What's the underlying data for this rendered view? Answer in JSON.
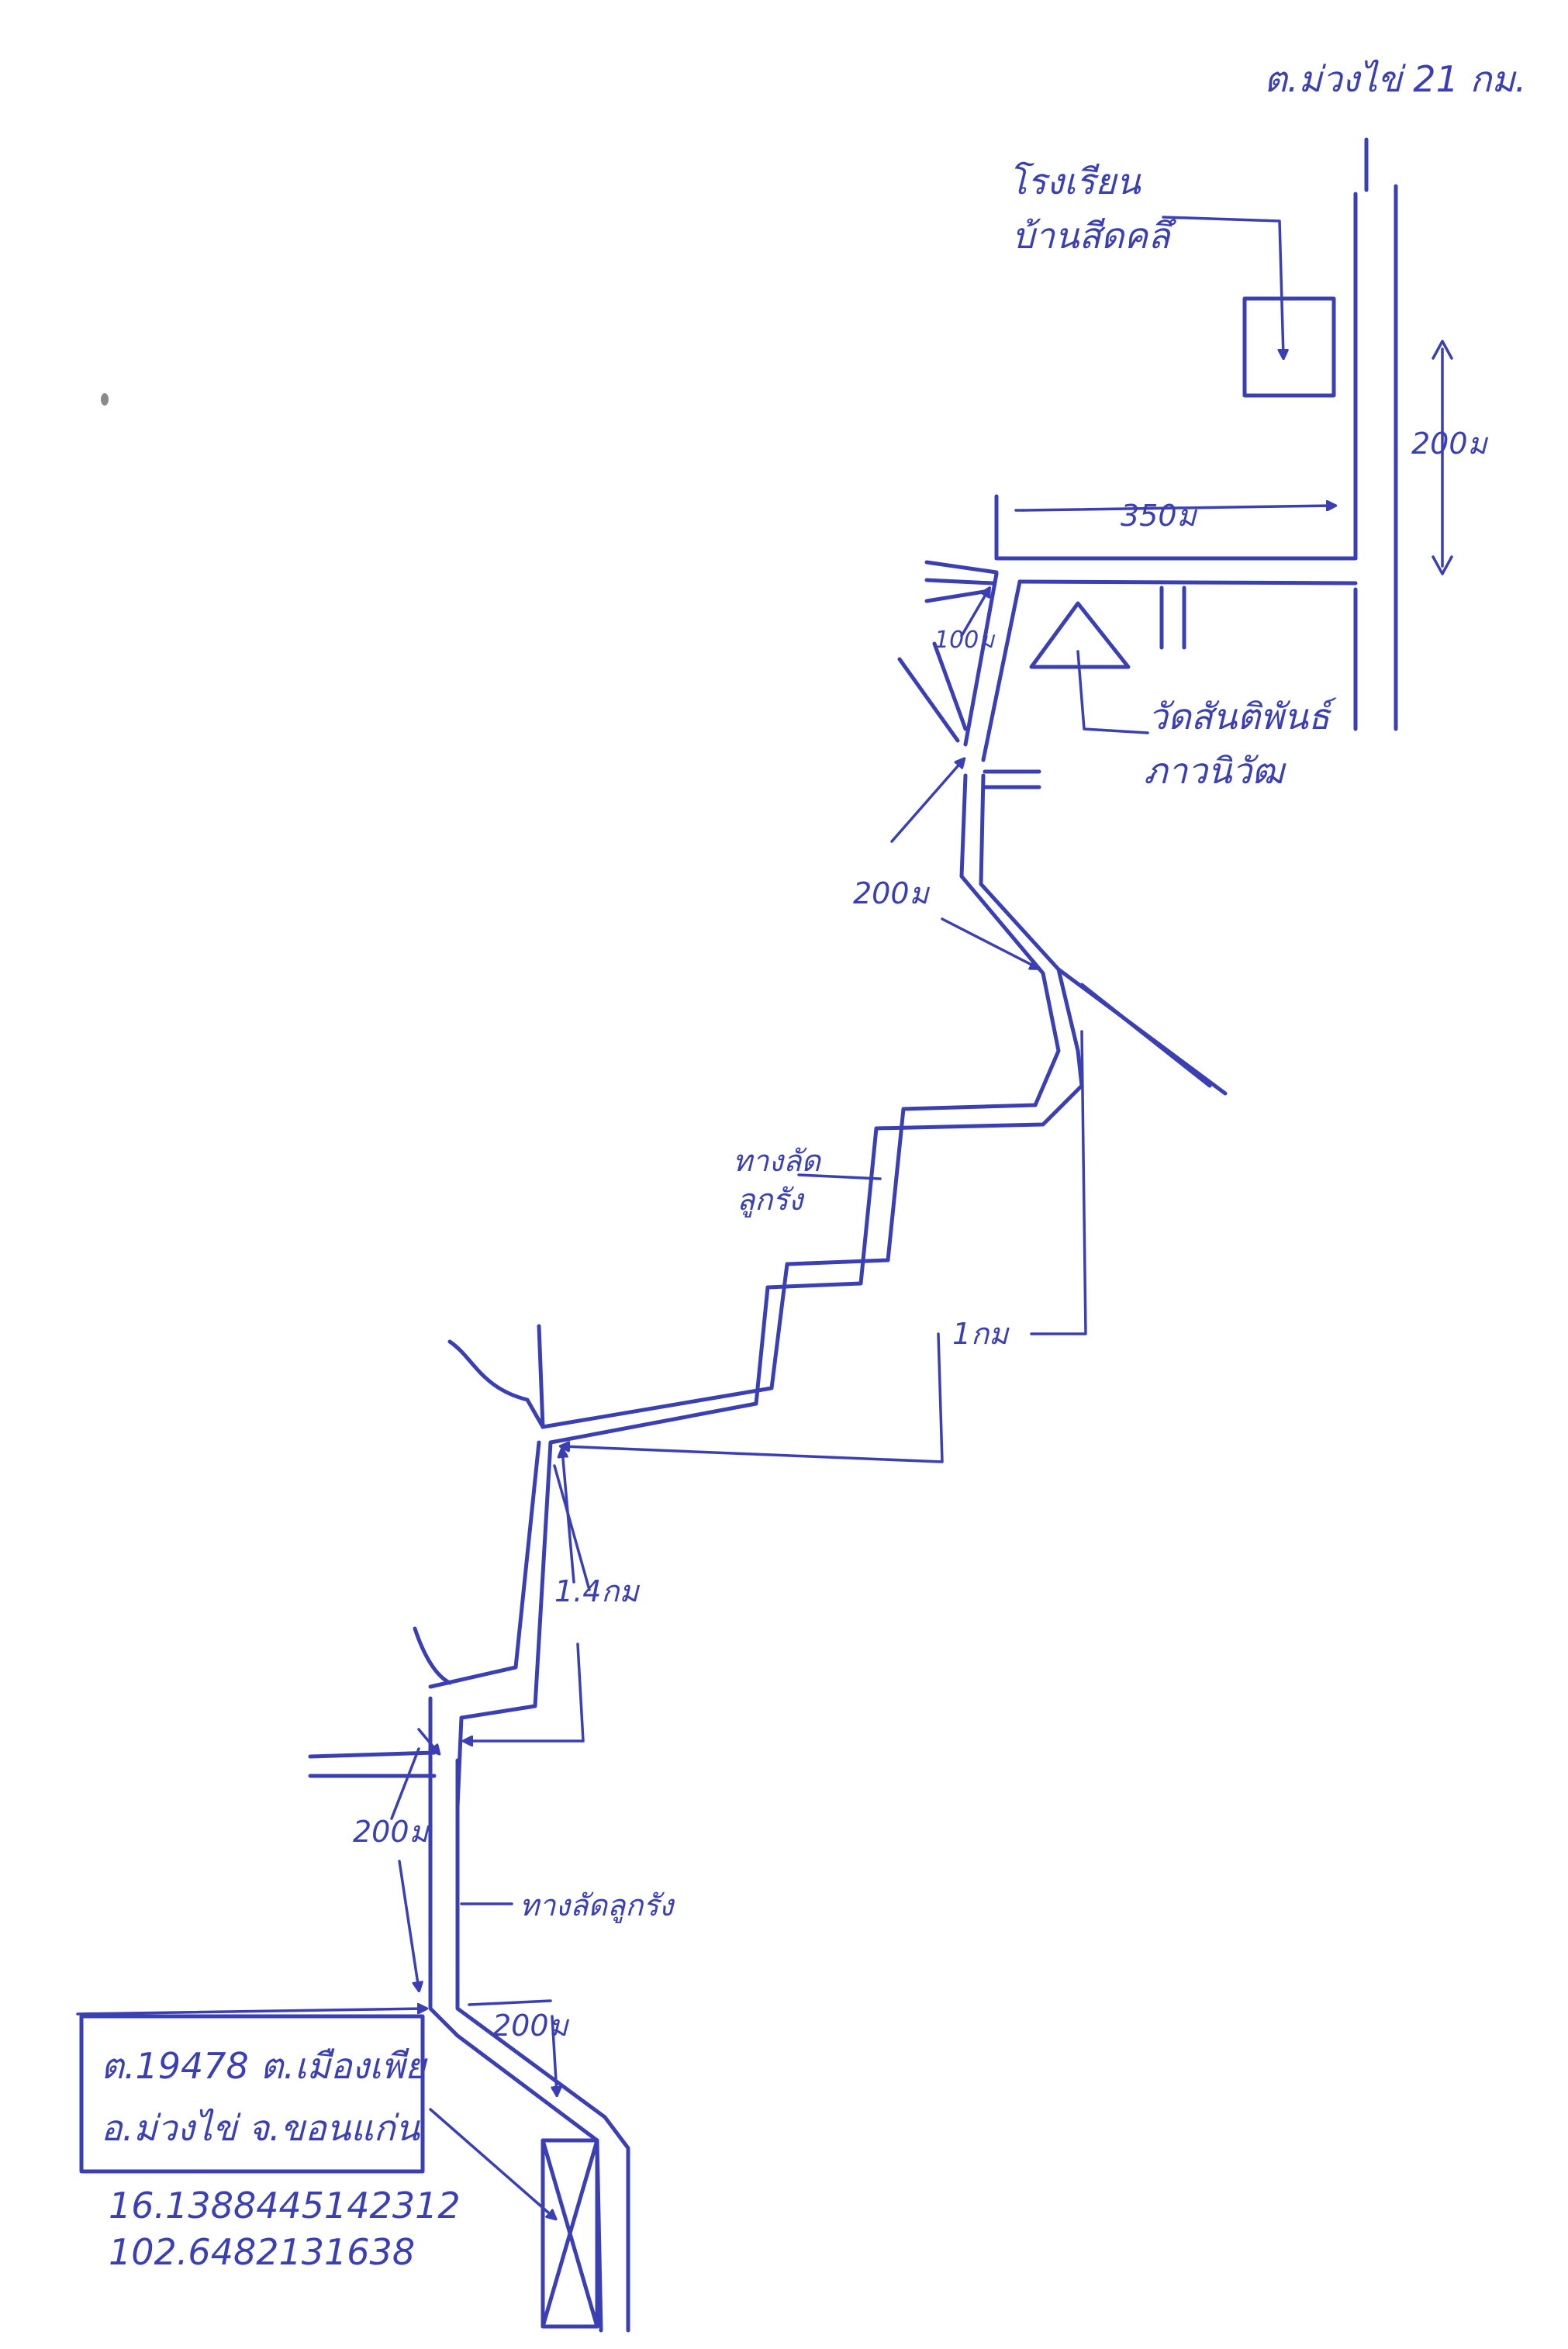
{
  "top_direction": "ต.ม่วงไข่ 21 กม.",
  "school_label_line1": "โรงเรียน",
  "school_label_line2": "บ้านสีดคลึ",
  "dist_200m_right": "200ม",
  "dist_350m": "350ม",
  "dist_100m": "100ม",
  "temple_label_line1": "วัดสันติพันธ์",
  "temple_label_line2": "ภาวนิวัฒ",
  "dist_200m_mid": "200ม",
  "road_label_mid_line1": "ทางลัด",
  "road_label_mid_line2": "ลูกรัง",
  "dist_1km": "1กม",
  "dist_1_4km": "1.4กม",
  "dist_200m_lower": "200ม",
  "road_label_lower": "ทางลัดลูกรัง",
  "dist_200m_bottom": "200ม",
  "address_line1": "ต.19478 ต.เมืองเพีย",
  "address_line2": "อ.ม่วงไข่ จ.ขอนแก่น",
  "coord_lat": "16.1388445142312",
  "coord_lon": "102.6482131638",
  "ink_color": "#3b3fb4"
}
